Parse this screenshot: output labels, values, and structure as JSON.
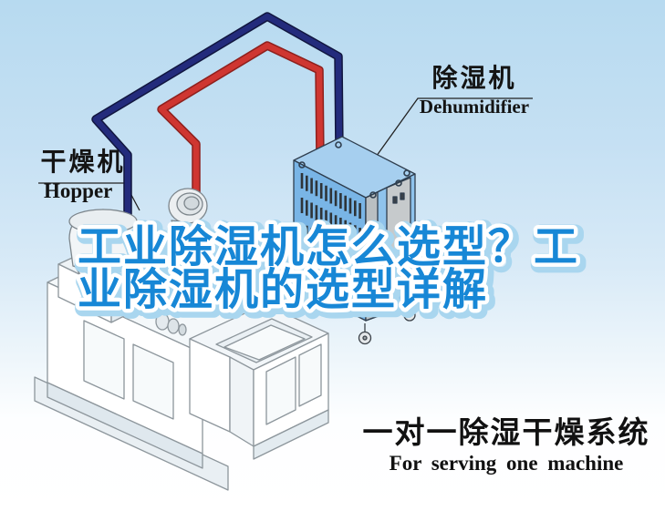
{
  "title": {
    "line1": "工业除湿机怎么选型？工",
    "line2": "业除湿机的选型详解",
    "fill_color": "#1787d6",
    "outline_color": "#ffffff",
    "glow_color": "#a9d6ef"
  },
  "callouts": {
    "dehumidifier": {
      "zh": "除湿机",
      "en": "Dehumidifier"
    },
    "hopper": {
      "zh": "干燥机",
      "en": "Hopper"
    }
  },
  "caption": {
    "zh": "一对一除湿干燥系统",
    "en": "For serving one machine"
  },
  "illustration": {
    "background": {
      "sky_top": "#b7daf0",
      "bottom": "#ffffff"
    },
    "pipes": {
      "supply_color": "#cf3631",
      "return_color": "#232b7c"
    },
    "dehumidifier_colors": {
      "top": "#a6cfef",
      "left": "#79b5e6",
      "right": "#8fc3ec",
      "door": "#c6cacc"
    },
    "machine_color": "#ffffff"
  }
}
